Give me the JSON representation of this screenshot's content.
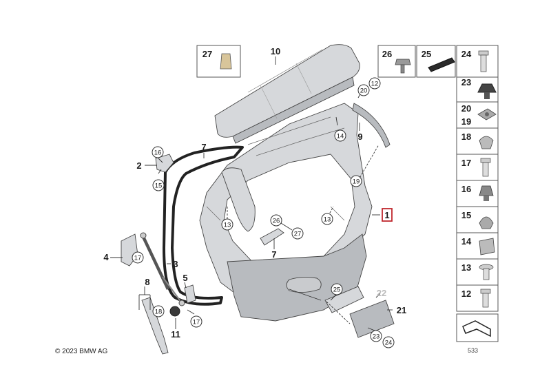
{
  "copyright": "© 2023 BMW AG",
  "doc_number": "533",
  "callouts": {
    "c1": "1",
    "c2": "2",
    "c3": "3",
    "c4": "4",
    "c5": "5",
    "c7a": "7",
    "c7b": "7",
    "c8": "8",
    "c9": "9",
    "c10": "10",
    "c11": "11",
    "c21": "21",
    "c22": "22",
    "circ12": "12",
    "circ13a": "13",
    "circ13b": "13",
    "circ14": "14",
    "circ15": "15",
    "circ16": "16",
    "circ17a": "17",
    "circ17b": "17",
    "circ18": "18",
    "circ19": "19",
    "circ20": "20",
    "circ23": "23",
    "circ24": "24",
    "circ25": "25",
    "circ26": "26",
    "circ27": "27"
  },
  "parts_boxes": {
    "p27": "27",
    "p26": "26",
    "p25": "25",
    "p24": "24",
    "p23": "23",
    "p20": "20",
    "p19": "19",
    "p18": "18",
    "p17": "17",
    "p16": "16",
    "p15": "15",
    "p14": "14",
    "p13": "13",
    "p12": "12"
  }
}
